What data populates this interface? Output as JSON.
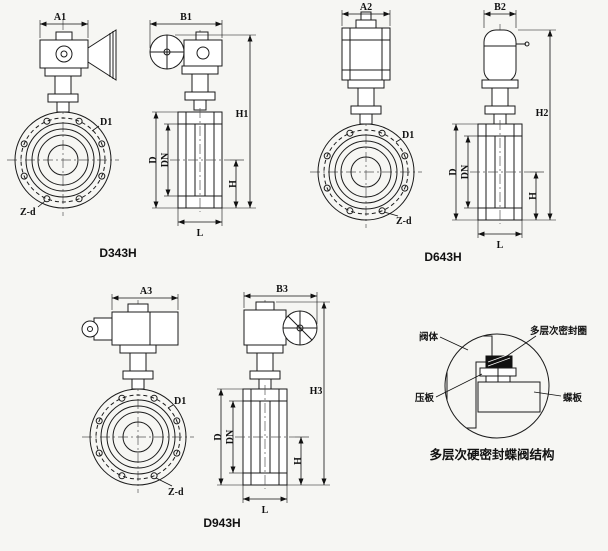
{
  "valves": [
    {
      "model": "D343H",
      "dims": {
        "a": "A1",
        "b": "B1",
        "ht": "H1",
        "d1": "D1",
        "d": "D",
        "dn": "DN",
        "h": "H",
        "l": "L",
        "zd": "Z-d"
      }
    },
    {
      "model": "D643H",
      "dims": {
        "a": "A2",
        "b": "B2",
        "ht": "H2",
        "d1": "D1",
        "d": "D",
        "dn": "DN",
        "h": "H",
        "l": "L",
        "zd": "Z-d"
      }
    },
    {
      "model": "D943H",
      "dims": {
        "a": "A3",
        "b": "B3",
        "ht": "H3",
        "d1": "D1",
        "d": "D",
        "dn": "DN",
        "h": "H",
        "l": "L",
        "zd": "Z-d"
      }
    }
  ],
  "detail": {
    "caption": "多层次硬密封蝶阀结构",
    "callouts": {
      "body": "阀体",
      "seal": "多层次密封圈",
      "plate": "压板",
      "disc": "蝶板"
    }
  }
}
